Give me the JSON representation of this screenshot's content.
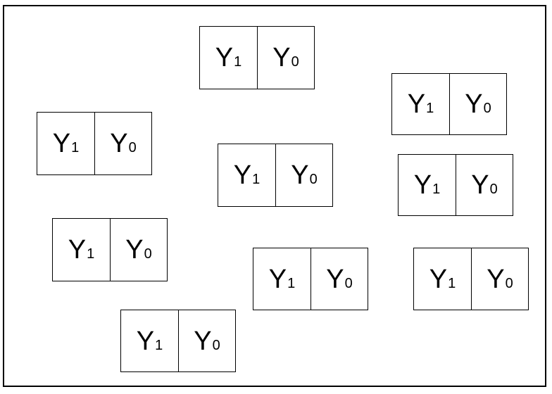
{
  "units": [
    {
      "left": {
        "letter": "Y",
        "sub": "1"
      },
      "right": {
        "letter": "Y",
        "sub": "0"
      }
    },
    {
      "left": {
        "letter": "Y",
        "sub": "1"
      },
      "right": {
        "letter": "Y",
        "sub": "0"
      }
    },
    {
      "left": {
        "letter": "Y",
        "sub": "1"
      },
      "right": {
        "letter": "Y",
        "sub": "0"
      }
    },
    {
      "left": {
        "letter": "Y",
        "sub": "1"
      },
      "right": {
        "letter": "Y",
        "sub": "0"
      }
    },
    {
      "left": {
        "letter": "Y",
        "sub": "1"
      },
      "right": {
        "letter": "Y",
        "sub": "0"
      }
    },
    {
      "left": {
        "letter": "Y",
        "sub": "1"
      },
      "right": {
        "letter": "Y",
        "sub": "0"
      }
    },
    {
      "left": {
        "letter": "Y",
        "sub": "1"
      },
      "right": {
        "letter": "Y",
        "sub": "0"
      }
    },
    {
      "left": {
        "letter": "Y",
        "sub": "1"
      },
      "right": {
        "letter": "Y",
        "sub": "0"
      }
    },
    {
      "left": {
        "letter": "Y",
        "sub": "1"
      },
      "right": {
        "letter": "Y",
        "sub": "0"
      }
    }
  ]
}
